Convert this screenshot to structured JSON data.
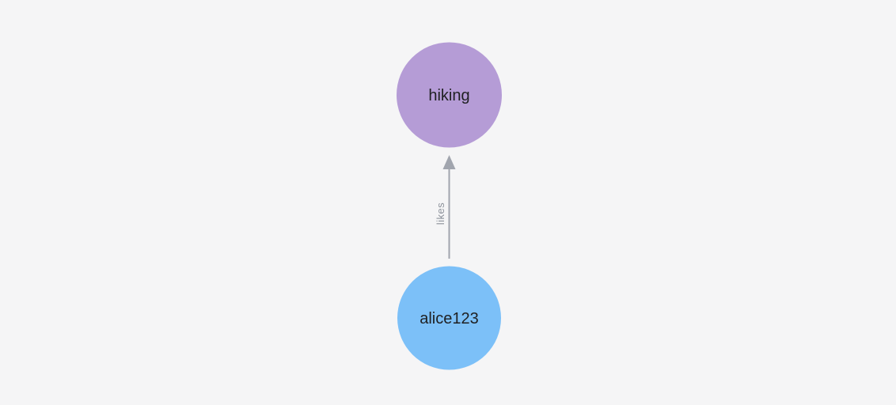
{
  "canvas": {
    "background": "#f5f5f6"
  },
  "graph": {
    "nodes": [
      {
        "label": "hiking",
        "color": "#b59cd6",
        "text_color": "#1f2022"
      },
      {
        "label": "alice123",
        "color": "#7cc0f8",
        "text_color": "#1f2022"
      }
    ],
    "edges": [
      {
        "from": "alice123",
        "to": "hiking",
        "label": "likes",
        "color": "#a1a5ae",
        "label_color": "#8d929b"
      }
    ]
  }
}
